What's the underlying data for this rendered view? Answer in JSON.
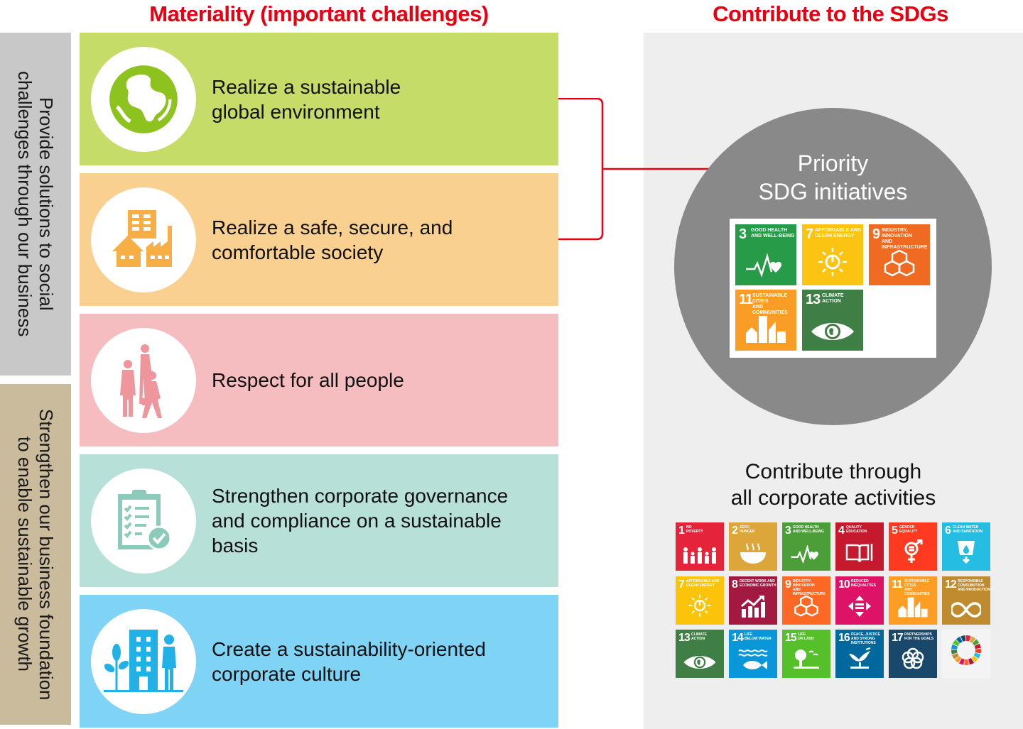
{
  "headers": {
    "left": "Materiality (important challenges)",
    "right": "Contribute to the SDGs"
  },
  "side_labels": {
    "top": "Provide solutions to social\nchallenges through our business",
    "bottom": "Strengthen our business foundation\nto enable sustainable growth"
  },
  "materiality": [
    {
      "label": "Realize a sustainable\nglobal environment",
      "icon": "globe-icon",
      "bg": "#c5dc68",
      "icon_color": "#8dc21f"
    },
    {
      "label": "Realize a safe, secure, and\ncomfortable society",
      "icon": "city-factory-icon",
      "bg": "#f9d08f",
      "icon_color": "#f6ae45"
    },
    {
      "label": "Respect for all people",
      "icon": "people-icon",
      "bg": "#f5bdc0",
      "icon_color": "#ee969b"
    },
    {
      "label": "Strengthen corporate governance\nand compliance on a sustainable\nbasis",
      "icon": "checklist-icon",
      "bg": "#b7e0d8",
      "icon_color": "#8ccbb9"
    },
    {
      "label": "Create a sustainability-oriented\ncorporate culture",
      "icon": "building-person-icon",
      "bg": "#7fd4f5",
      "icon_color": "#22b1e6"
    }
  ],
  "priority": {
    "title": "Priority\nSDG initiatives",
    "goals": [
      {
        "num": "3",
        "text": "Good health\nand well-being",
        "color": "#279b48",
        "icon": "heartbeat-icon"
      },
      {
        "num": "7",
        "text": "Affordable and\nclean energy",
        "color": "#fbc412",
        "icon": "sun-power-icon"
      },
      {
        "num": "9",
        "text": "Industry, innovation\nand infrastructure",
        "color": "#f06b22",
        "icon": "cubes-icon"
      },
      {
        "num": "11",
        "text": "Sustainable cities\nand communities",
        "color": "#f99d26",
        "icon": "city-icon"
      },
      {
        "num": "13",
        "text": "Climate\naction",
        "color": "#3f7e44",
        "icon": "eye-globe-icon"
      }
    ]
  },
  "all_goals": {
    "title": "Contribute through\nall corporate activities",
    "goals": [
      {
        "num": "1",
        "text": "No\npoverty",
        "color": "#e5243b",
        "icon": "family-icon"
      },
      {
        "num": "2",
        "text": "Zero\nhunger",
        "color": "#dda63a",
        "icon": "bowl-icon"
      },
      {
        "num": "3",
        "text": "Good health\nand well-being",
        "color": "#4c9f38",
        "icon": "heartbeat-icon"
      },
      {
        "num": "4",
        "text": "Quality\neducation",
        "color": "#c5192d",
        "icon": "book-icon"
      },
      {
        "num": "5",
        "text": "Gender\nequality",
        "color": "#ff3a21",
        "icon": "gender-icon"
      },
      {
        "num": "6",
        "text": "Clean water\nand sanitation",
        "color": "#26bde2",
        "icon": "water-icon"
      },
      {
        "num": "7",
        "text": "Affordable and\nclean energy",
        "color": "#fcc30b",
        "icon": "sun-power-icon"
      },
      {
        "num": "8",
        "text": "Decent work and\neconomic growth",
        "color": "#a21942",
        "icon": "growth-chart-icon"
      },
      {
        "num": "9",
        "text": "Industry, innovation\nand infrastructure",
        "color": "#fd6925",
        "icon": "cubes-icon"
      },
      {
        "num": "10",
        "text": "Reduced\ninequalities",
        "color": "#dd1367",
        "icon": "arrows-equal-icon"
      },
      {
        "num": "11",
        "text": "Sustainable cities\nand communities",
        "color": "#fd9d24",
        "icon": "city-icon"
      },
      {
        "num": "12",
        "text": "Responsible\nconsumption\nand production",
        "color": "#bf8b2e",
        "icon": "infinity-icon"
      },
      {
        "num": "13",
        "text": "Climate\naction",
        "color": "#3f7e44",
        "icon": "eye-globe-icon"
      },
      {
        "num": "14",
        "text": "Life\nbelow water",
        "color": "#0a97d9",
        "icon": "fish-icon"
      },
      {
        "num": "15",
        "text": "Life\non land",
        "color": "#56c02b",
        "icon": "tree-icon"
      },
      {
        "num": "16",
        "text": "Peace, justice\nand strong\ninstitutions",
        "color": "#00689d",
        "icon": "dove-icon"
      },
      {
        "num": "17",
        "text": "Partnerships\nfor the goals",
        "color": "#19486a",
        "icon": "rings-icon"
      },
      {
        "num": "",
        "text": "",
        "color": "#f4f4f4",
        "icon": "sdg-wheel-icon"
      }
    ]
  },
  "colors": {
    "header_red": "#e60012",
    "connector_red": "#e60012",
    "panel_bg": "#eeeeee",
    "priority_circle": "#898989"
  }
}
